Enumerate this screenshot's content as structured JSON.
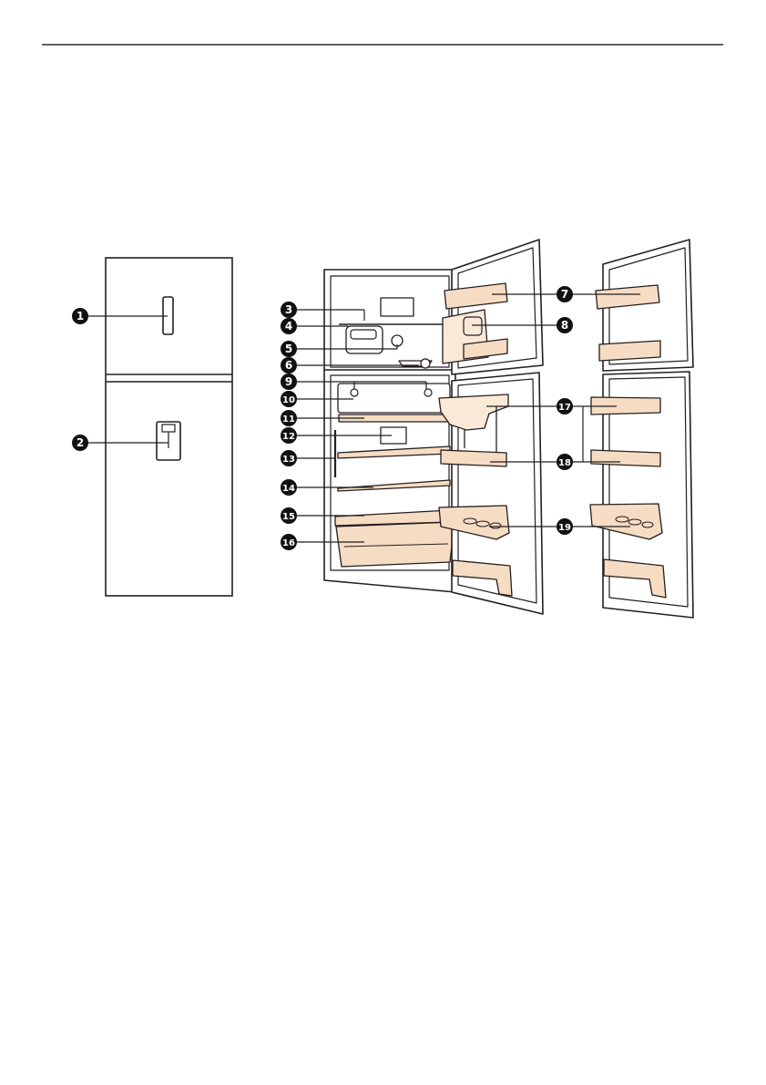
{
  "callouts": [
    {
      "number": "1",
      "part": "display-panel"
    },
    {
      "number": "2",
      "part": "water-dispenser"
    },
    {
      "number": "3",
      "part": "freezer-lamp"
    },
    {
      "number": "4",
      "part": "freezer-shelf"
    },
    {
      "number": "5",
      "part": "ice-maker"
    },
    {
      "number": "6",
      "part": "ice-tray"
    },
    {
      "number": "7",
      "part": "freezer-door-basket"
    },
    {
      "number": "8",
      "part": "dispenser-water-tank"
    },
    {
      "number": "9",
      "part": "fridge-control"
    },
    {
      "number": "10",
      "part": "fridge-lamp-panel"
    },
    {
      "number": "11",
      "part": "fridge-upper-shelf"
    },
    {
      "number": "12",
      "part": "odor-filter"
    },
    {
      "number": "13",
      "part": "fridge-middle-shelf"
    },
    {
      "number": "14",
      "part": "fridge-lower-shelf"
    },
    {
      "number": "15",
      "part": "vegetable-drawer-cover"
    },
    {
      "number": "16",
      "part": "vegetable-drawer"
    },
    {
      "number": "17",
      "part": "dispenser-tank-fridge-door"
    },
    {
      "number": "18",
      "part": "fridge-door-baskets"
    },
    {
      "number": "19",
      "part": "egg-tray-basket"
    }
  ],
  "colors": {
    "outline": "#231f20",
    "shelf": "#f6dcc3",
    "tank": "#fbe9d7",
    "badge": "#111111",
    "rule": "#000000"
  }
}
